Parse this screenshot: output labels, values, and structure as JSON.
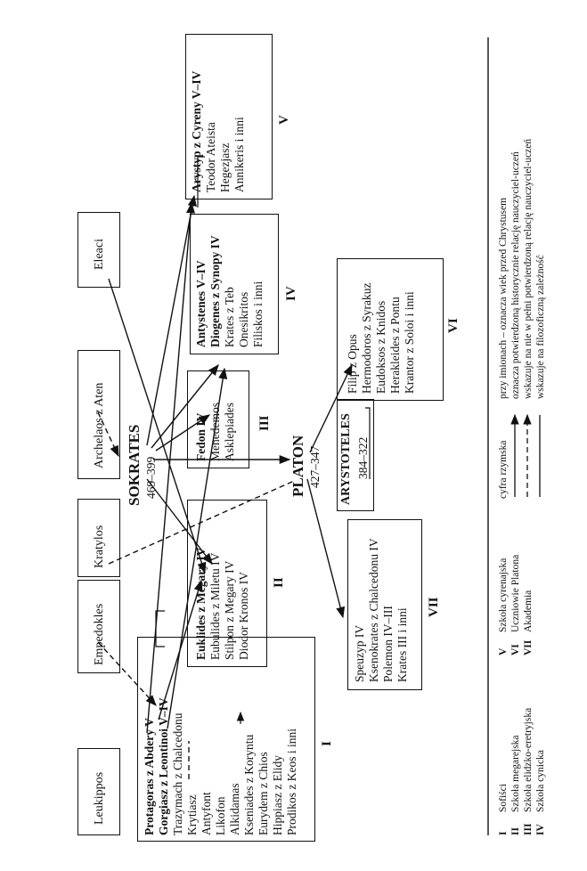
{
  "sources": {
    "leukippos": "Leukippos",
    "empedokles": "Empedokles",
    "kratylos": "Kratylos",
    "archelaos": "Archelaos z Aten",
    "eleaci": "Eleaci"
  },
  "center": {
    "sokrates_name": "SOKRATES",
    "sokrates_years": "469–399",
    "platon_name": "PLATON",
    "platon_years": "427–347",
    "arystoteles_name": "ARYSTOTELES",
    "arystoteles_years": "384–322"
  },
  "schools": {
    "I": {
      "numeral": "I",
      "lines": [
        "Protagoras z Abdery V",
        "Gorgiasz z Leontinoi V–IV",
        "Trazymach z Chalcedonu",
        "Krytiasz",
        "Antyfont",
        "Likofon",
        "Alkidamas",
        "Kseniades z Koryntu",
        "Eurydem z Chios",
        "Hippiasz z Elidy",
        "Prodikos z Keos i inni"
      ]
    },
    "II": {
      "numeral": "II",
      "lines": [
        "Euklides z Megary IV",
        "Eubulides z Miletu IV",
        "Stilpon z Megary IV",
        "Diodor Kronos IV"
      ]
    },
    "III": {
      "numeral": "III",
      "lines": [
        "Fedon IV",
        "Menedemos",
        "Asklepiades"
      ]
    },
    "IV": {
      "numeral": "IV",
      "lines": [
        "Antystenes V–IV",
        "Diogenes z Synopy IV",
        "Krates z Teb",
        "Onesikritos",
        "Filiskos i inni"
      ]
    },
    "V": {
      "numeral": "V",
      "lines": [
        "Arystyp z Cyreny V–IV",
        "Teodor Ateista",
        "Hegezjasz",
        "Annikeris i inni"
      ]
    },
    "VI": {
      "numeral": "VI",
      "lines": [
        "Filip z Opus",
        "Hermodoros z Syrakuz",
        "Eudoksos z Knidos",
        "Herakleides z Pontu",
        "Krantor z Soloi i inni"
      ]
    },
    "VII": {
      "numeral": "VII",
      "lines": [
        "Speuzyp IV",
        "Ksenokrates z Chalcedonu IV",
        "Polemon IV–III",
        "Krates III i inni"
      ]
    }
  },
  "legend": {
    "schools": [
      {
        "num": "I",
        "name": "Sofiści"
      },
      {
        "num": "II",
        "name": "Szkoła megarejska"
      },
      {
        "num": "III",
        "name": "Szkoła elidzko-eretryjska"
      },
      {
        "num": "IV",
        "name": "Szkoła cynicka"
      },
      {
        "num": "V",
        "name": "Szkoła cyrenajska"
      },
      {
        "num": "VI",
        "name": "Uczniowie Platona"
      },
      {
        "num": "VII",
        "name": "Akademia"
      }
    ],
    "symbols": [
      {
        "key": "cyfra rzymska",
        "desc": "przy imionach – oznacza wiek przed Chrystusem"
      },
      {
        "key": "",
        "desc": "oznacza potwierdzoną historycznie relację nauczyciel-uczeń"
      },
      {
        "key": "",
        "desc": "wskazuje na nie w pełni potwierdzoną relację nauczyciel-uczeń"
      },
      {
        "key": "",
        "desc": "wskazuje na filozoficzną zależność"
      }
    ]
  }
}
